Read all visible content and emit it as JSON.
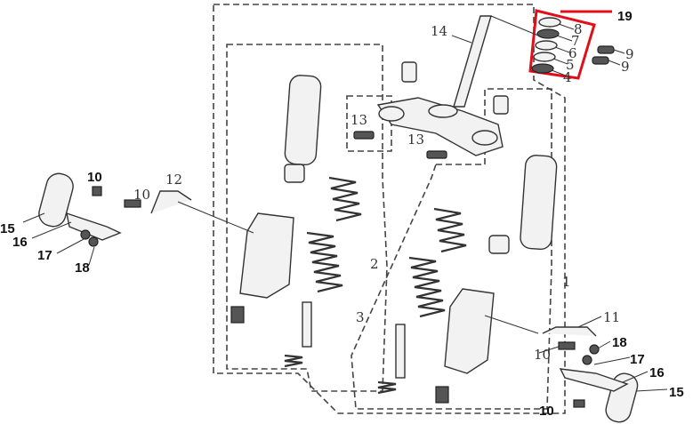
{
  "diagram": {
    "title": "Front fork exploded view",
    "accent_color": "#e0101a",
    "callouts": {
      "kit": "19",
      "seal_8": "8",
      "seal_7": "7",
      "seal_6": "6",
      "seal_5": "5",
      "seal_4": "4",
      "nut_9a": "9",
      "nut_9b": "9",
      "stem": "14",
      "bolt_13a": "13",
      "bolt_13b": "13",
      "brake_line_left": "12",
      "brake_line_right": "11",
      "bolt_10_left_a": "10",
      "bolt_10_left_b": "10",
      "bolt_10_right_a": "10",
      "bolt_10_right_b": "10",
      "reflector_left": "15",
      "bracket_left": "16",
      "washer_left": "17",
      "nut_left": "18",
      "reflector_right": "15",
      "bracket_right": "16",
      "washer_right": "17",
      "nut_right": "18",
      "fork_left": "2",
      "fork_inner": "3",
      "fork_right": "1"
    }
  }
}
